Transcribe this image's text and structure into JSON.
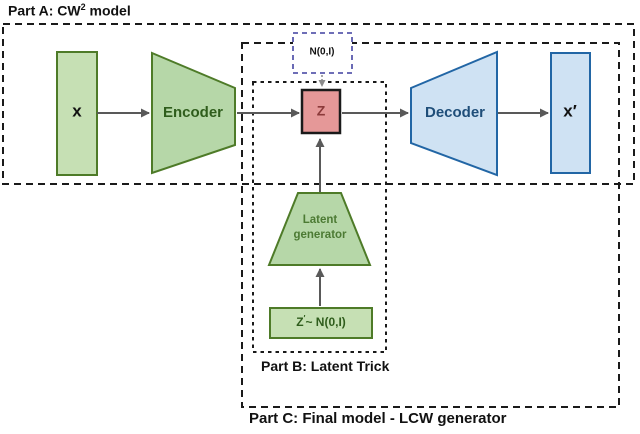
{
  "figure": {
    "part_a_title": {
      "prefix": "Part A: CW",
      "sup": "2",
      "suffix": " model"
    },
    "part_b_title": "Part B: Latent Trick",
    "part_c_title": "Part C: Final model - LCW generator",
    "nodes": {
      "input": "x",
      "encoder": "Encoder",
      "latent": "Z",
      "decoder": "Decoder",
      "output": "x′",
      "noise": "N(0,I)",
      "latent_generator": {
        "line1": "Latent",
        "line2": "generator"
      },
      "z_sample": {
        "prefix": "Z",
        "sup": "′",
        "suffix": "~ N(0,I)"
      }
    },
    "colors": {
      "green_rect_fill": "#c6e0b4",
      "green_trapezoid_fill": "#b6d7a8",
      "green_border": "#4e7b28",
      "green_text": "#2f5d1c",
      "blue_fill": "#cfe2f3",
      "blue_border": "#2266a5",
      "blue_text": "#1f4e79",
      "latent_fill": "#e59898",
      "latent_text": "#8c3a3a",
      "noise_border": "#5a5aad",
      "arrow": "#595959",
      "boundary": "#1a1a1a"
    }
  }
}
